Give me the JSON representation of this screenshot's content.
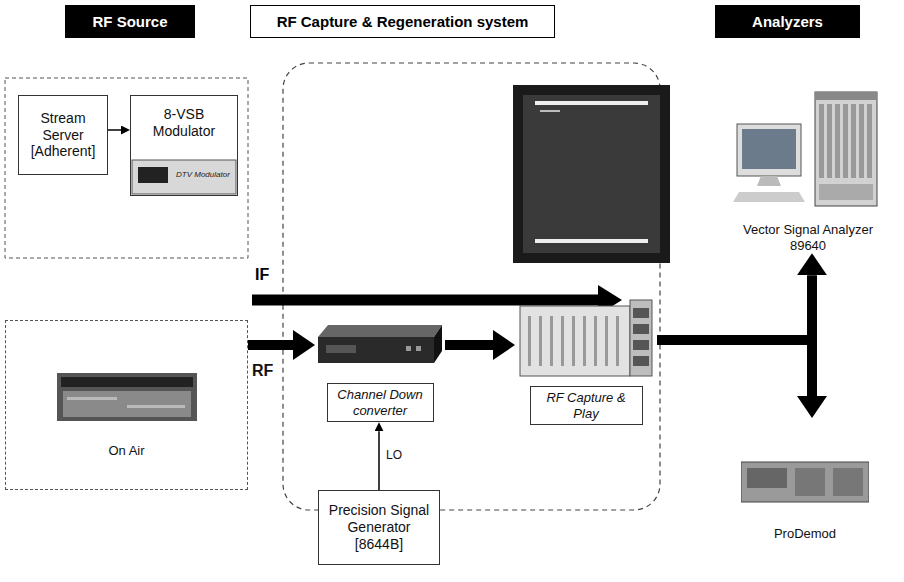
{
  "diagram": {
    "nodes": [
      {
        "text": [
          "RF Source"
        ]
      },
      {
        "text": [
          "RF Capture & Regeneration system"
        ]
      },
      {
        "text": [
          "Analyzers"
        ]
      },
      {
        "text": [
          "Stream Server [Adherent]"
        ]
      },
      {
        "text": [
          "8-VSB Modulator"
        ]
      },
      {
        "text": [
          "Vector Signal Analyzer 89640"
        ]
      },
      {
        "text": [
          "On Air"
        ]
      },
      {
        "text": [
          "Channel Down converter"
        ]
      },
      {
        "text": [
          "RF Capture & Play"
        ]
      },
      {
        "text": [
          "ProDemod"
        ]
      },
      {
        "text": [
          "Precision Signal Generator [8644B]"
        ]
      }
    ],
    "edges": [
      {
        "from": 3,
        "to": 4,
        "arrow": "to"
      },
      {
        "from": 6,
        "to": 7,
        "label": "RF",
        "arrow": "to"
      },
      {
        "from": 7,
        "to": 8,
        "arrow": "to"
      },
      {
        "from": 8,
        "to": 5,
        "arrow": "to"
      },
      {
        "from": 8,
        "to": 9,
        "arrow": "to"
      },
      {
        "from": 10,
        "to": 7,
        "label": "LO",
        "arrow": "to"
      }
    ],
    "labels": [
      "IF",
      "DTV Modulator"
    ]
  }
}
